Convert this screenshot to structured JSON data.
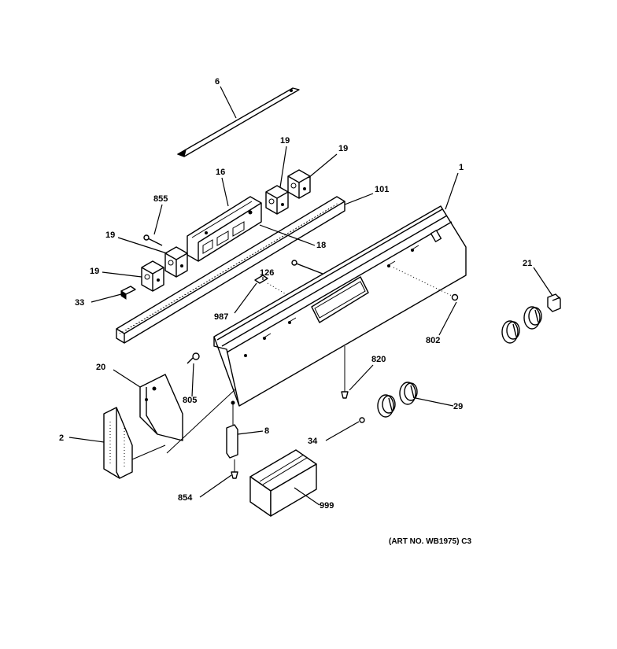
{
  "callouts": {
    "c6": "6",
    "c19a": "19",
    "c19b": "19",
    "c16": "16",
    "c855": "855",
    "c101": "101",
    "c1": "1",
    "c19c": "19",
    "c18": "18",
    "c19d": "19",
    "c126": "126",
    "c33": "33",
    "c21": "21",
    "c987": "987",
    "c802": "802",
    "c820": "820",
    "c20": "20",
    "c805": "805",
    "c29": "29",
    "c2": "2",
    "c8": "8",
    "c34": "34",
    "c854": "854",
    "c999": "999"
  },
  "art_number": "(ART NO. WB1975) C3"
}
